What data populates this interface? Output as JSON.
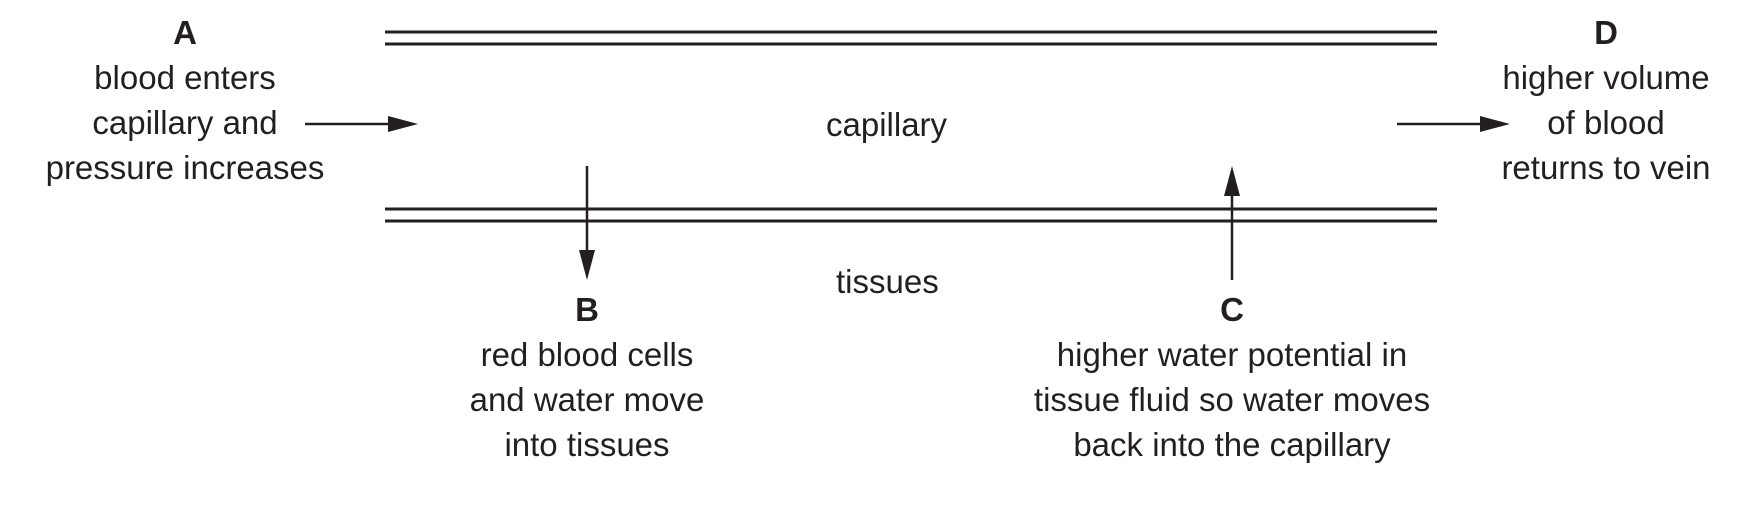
{
  "regions": {
    "capillary": "capillary",
    "tissues": "tissues"
  },
  "stages": {
    "A": {
      "letter": "A",
      "lines": [
        "blood enters",
        "capillary and",
        "pressure increases"
      ]
    },
    "B": {
      "letter": "B",
      "lines": [
        "red blood cells",
        "and water move",
        "into tissues"
      ]
    },
    "C": {
      "letter": "C",
      "lines": [
        "higher water potential in",
        "tissue fluid so water moves",
        "back into the capillary"
      ]
    },
    "D": {
      "letter": "D",
      "lines": [
        "higher volume",
        "of blood",
        "returns to vein"
      ]
    }
  },
  "colors": {
    "ink": "#231f20",
    "background": "#ffffff"
  }
}
